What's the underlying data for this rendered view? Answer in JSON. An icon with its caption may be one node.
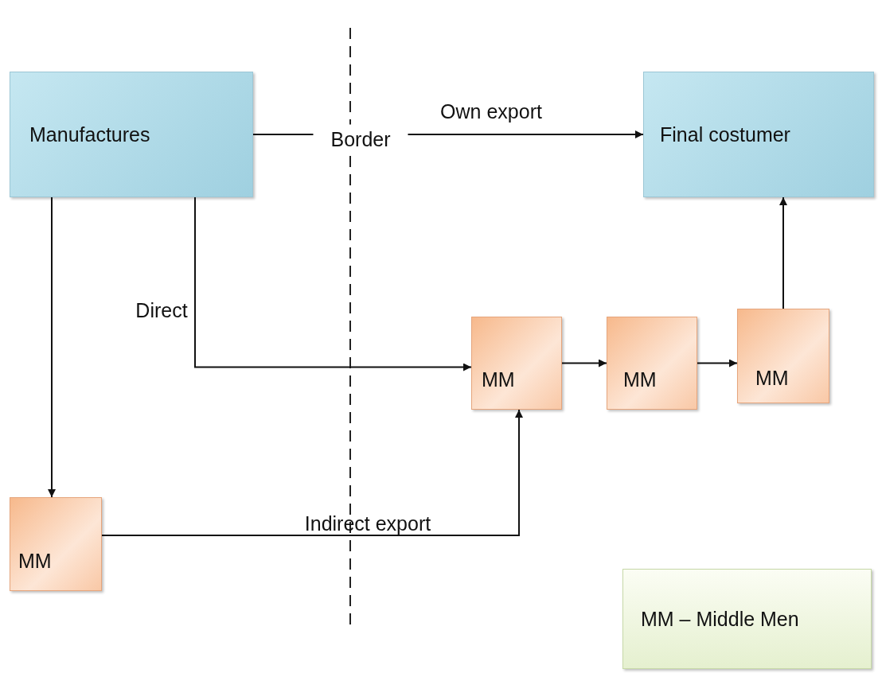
{
  "diagram": {
    "nodes": [
      {
        "text": [
          "Manufactures"
        ]
      },
      {
        "text": [
          "Final costumer"
        ]
      },
      {
        "text": [
          "MM"
        ]
      },
      {
        "text": [
          "MM"
        ]
      },
      {
        "text": [
          "MM"
        ]
      },
      {
        "text": [
          "MM"
        ]
      },
      {
        "text": [
          "MM – Middle Men"
        ]
      }
    ],
    "edges": [
      {
        "from": 0,
        "to": 1,
        "arrow": "to",
        "label": "Own export"
      },
      {
        "from": 0,
        "to": 2,
        "arrow": "to",
        "label": "Direct"
      },
      {
        "from": 0,
        "to": 5,
        "arrow": "to"
      },
      {
        "from": 5,
        "to": 2,
        "arrow": "to",
        "label": "Indirect export"
      },
      {
        "from": 2,
        "to": 3,
        "arrow": "to"
      },
      {
        "from": 3,
        "to": 4,
        "arrow": "to"
      },
      {
        "from": 4,
        "to": 1,
        "arrow": "to"
      }
    ],
    "labels": [
      "Border"
    ]
  }
}
